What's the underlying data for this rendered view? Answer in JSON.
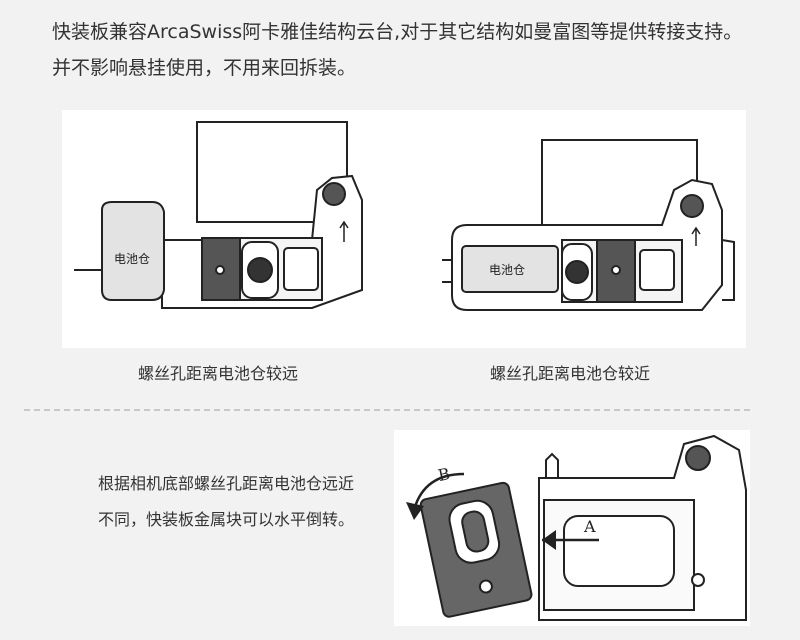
{
  "intro_text": "快装板兼容ArcaSwiss阿卡雅佳结构云台,对于其它结构如曼富图等提供转接支持。并不影响悬挂使用，不用来回拆装。",
  "figure_left": {
    "battery_label": "电池仓",
    "caption": "螺丝孔距离电池仓较远"
  },
  "figure_right": {
    "battery_label": "电池仓",
    "caption": "螺丝孔距离电池仓较近"
  },
  "bottom": {
    "description": "根据相机底部螺丝孔距离电池仓远近不同，快装板金属块可以水平倒转。",
    "arrow_a": "A",
    "arrow_b": "B"
  }
}
